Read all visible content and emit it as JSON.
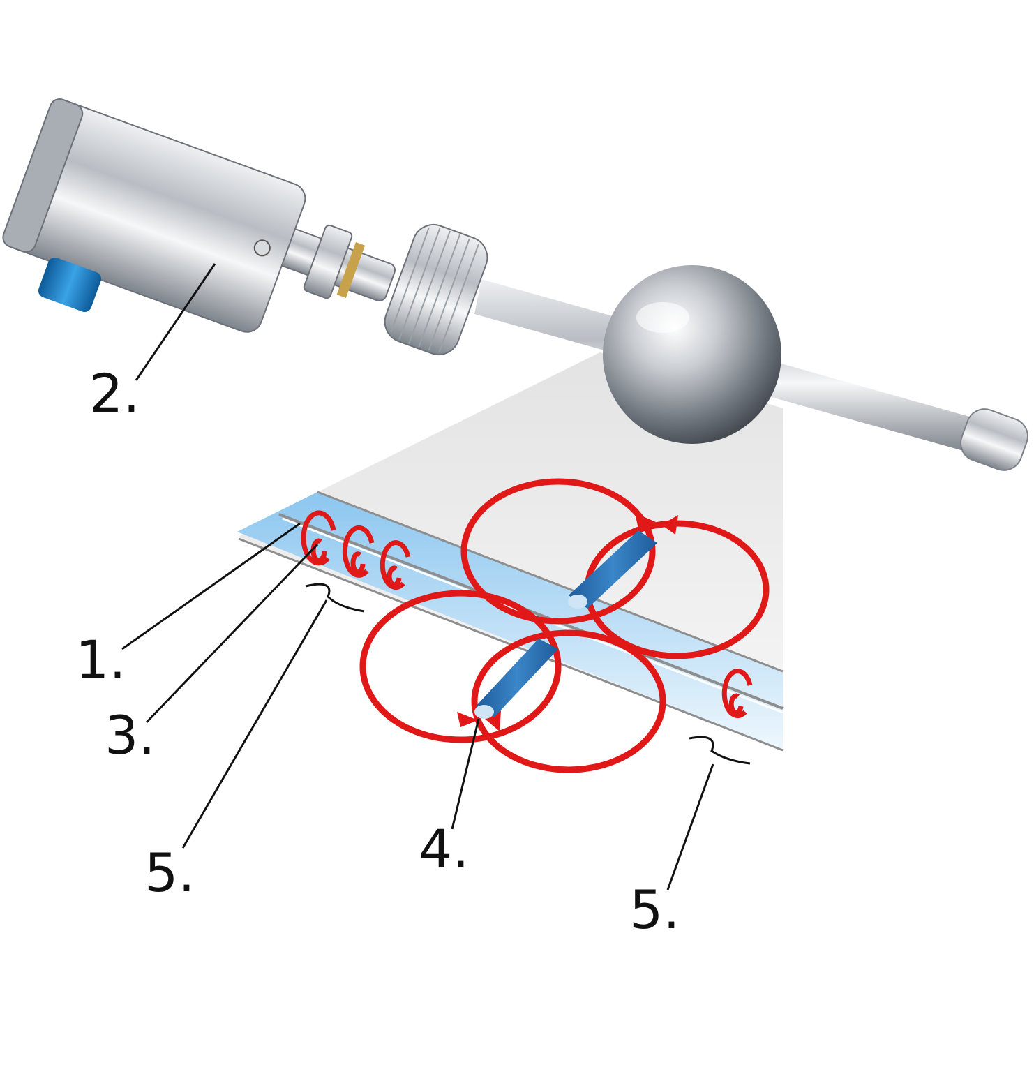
{
  "labels": {
    "sensor_tube": "1.",
    "housing": "2.",
    "measuring_wire": "3.",
    "magnet": "4.",
    "damping_zone_left": "5.",
    "damping_zone_right": "5."
  },
  "colors": {
    "background": "#ffffff",
    "field_lines": "#e01818",
    "wire_blue": "#2e6fb0",
    "tube_blue": "#bfe0f5",
    "steel": "#c9ccd1",
    "cable_gland": "#1d7fc7",
    "leader_lines": "#111111"
  },
  "icons": {
    "magnetic_field": "field-loop-arrows",
    "torsion_pulse": "circular-arrow-icon",
    "float": "steel-ball-float",
    "housing": "steel-cylinder-transmitter"
  }
}
